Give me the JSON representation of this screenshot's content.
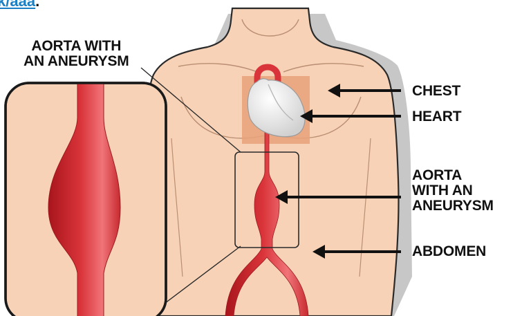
{
  "header": {
    "link_text": "k/aaa",
    "link_suffix": "."
  },
  "labels": {
    "callout_title": [
      "AORTA WITH",
      "AN ANEURYSM"
    ],
    "chest": "CHEST",
    "heart": "HEART",
    "aorta": [
      "AORTA",
      "WITH AN",
      "ANEURYSM"
    ],
    "abdomen": "ABDOMEN"
  },
  "colors": {
    "skin": "#f7d2b6",
    "skin_outline": "#2a2a2a",
    "aorta": "#d9343a",
    "heart": "#f2f2f2",
    "heart_bg": "#e9a27a",
    "link": "#1a7fc4"
  }
}
